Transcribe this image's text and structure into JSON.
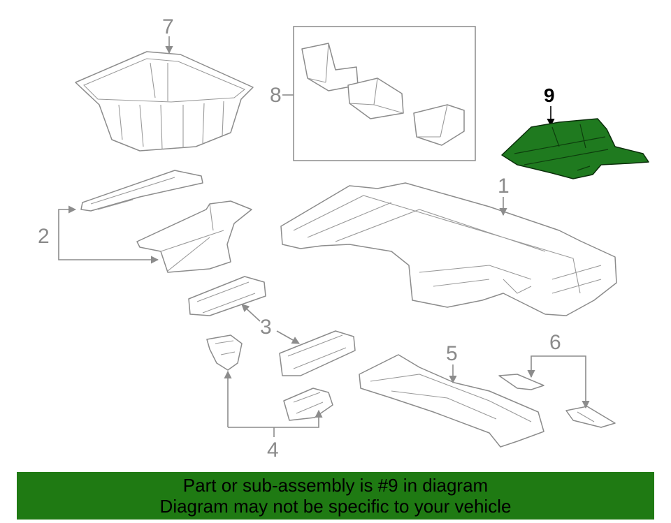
{
  "callouts": {
    "c1": "1",
    "c2": "2",
    "c3": "3",
    "c4": "4",
    "c5": "5",
    "c6": "6",
    "c7": "7",
    "c8": "8",
    "c9": "9"
  },
  "banner": {
    "line1": "Part or sub-assembly is #9 in diagram",
    "line2": "Diagram may not be specific to your vehicle"
  },
  "colors": {
    "highlight": "#1f7a1f",
    "banner": "#1f7a13",
    "line": "#8c8c8c"
  }
}
